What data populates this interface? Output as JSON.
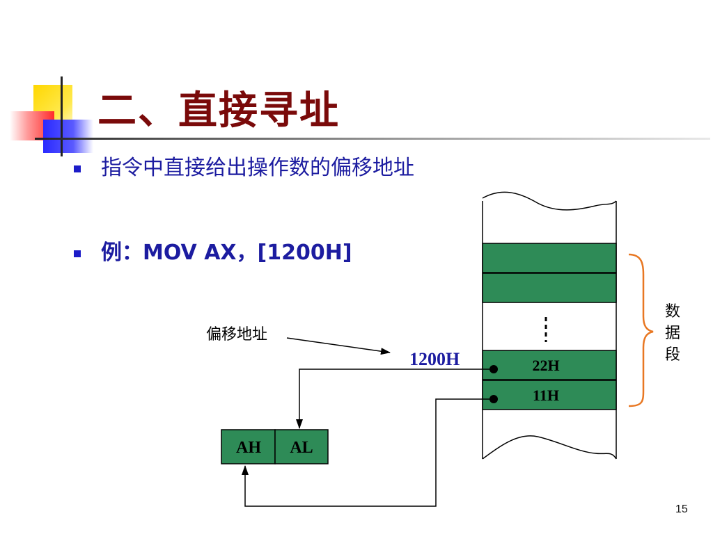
{
  "slide": {
    "title": "二、直接寻址",
    "bullets": [
      "指令中直接给出操作数的偏移地址",
      "例：MOV  AX，[1200H]"
    ],
    "page_number": "15"
  },
  "diagram": {
    "offset_label": "偏移地址",
    "address_label": "1200H",
    "memory_cells": [
      "22H",
      "11H"
    ],
    "register_cells": [
      "AH",
      "AL"
    ],
    "segment_label": [
      "数",
      "据",
      "段"
    ],
    "cell_color": "#2e8b57",
    "brace_color": "#e87722",
    "address_color": "#1c1ca0"
  }
}
